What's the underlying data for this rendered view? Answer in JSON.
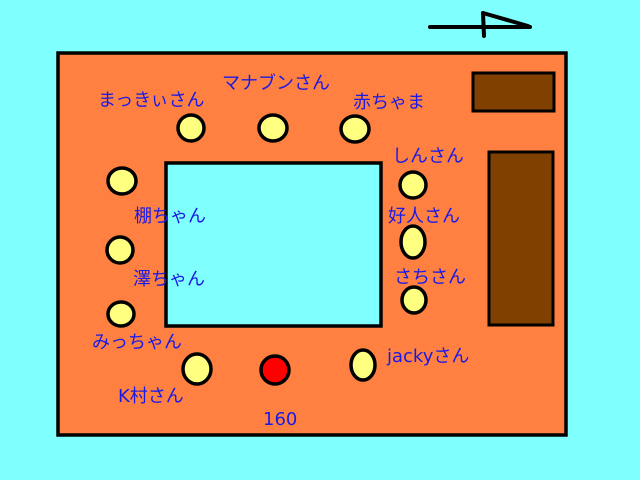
{
  "colors": {
    "background": "#80ffff",
    "room": "#ff8040",
    "table": "#80ffff",
    "furniture": "#804000",
    "seat": "#ffff80",
    "highlight_seat": "#ff0000",
    "label": "#1a1ae6"
  },
  "labels": {
    "makki": "まっきぃさん",
    "manabun": "マナブンさん",
    "akachama": "赤ちゃま",
    "shin": "しんさん",
    "kojin": "好人さん",
    "sachi": "さちさん",
    "tana": "棚ちゃん",
    "sawa": "澤ちゃん",
    "micchan": "みっちゃん",
    "kmura": "K村さん",
    "jacky": "jackyさん",
    "number": "160"
  }
}
